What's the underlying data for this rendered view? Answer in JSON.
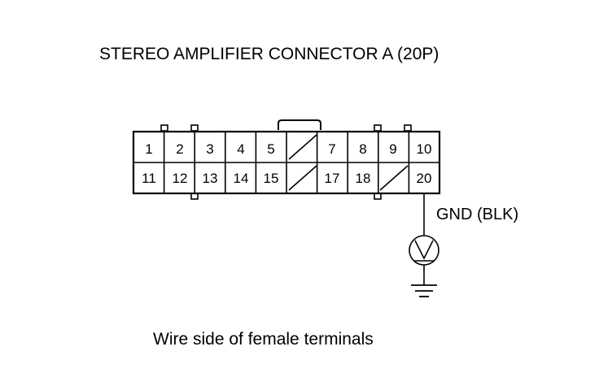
{
  "title": "STEREO AMPLIFIER CONNECTOR A (20P)",
  "caption": "Wire side of female terminals",
  "wire_label": "GND (BLK)",
  "meter_symbol": "V",
  "connector": {
    "row1": [
      "1",
      "2",
      "3",
      "4",
      "5",
      "",
      "7",
      "8",
      "9",
      "10"
    ],
    "row2": [
      "11",
      "12",
      "13",
      "14",
      "15",
      "",
      "17",
      "18",
      "",
      "20"
    ],
    "blank_cavities": [
      "6",
      "16",
      "19"
    ]
  },
  "colors": {
    "line": "#000000",
    "background": "#ffffff"
  },
  "icons": [
    "voltmeter-icon",
    "ground-icon"
  ]
}
